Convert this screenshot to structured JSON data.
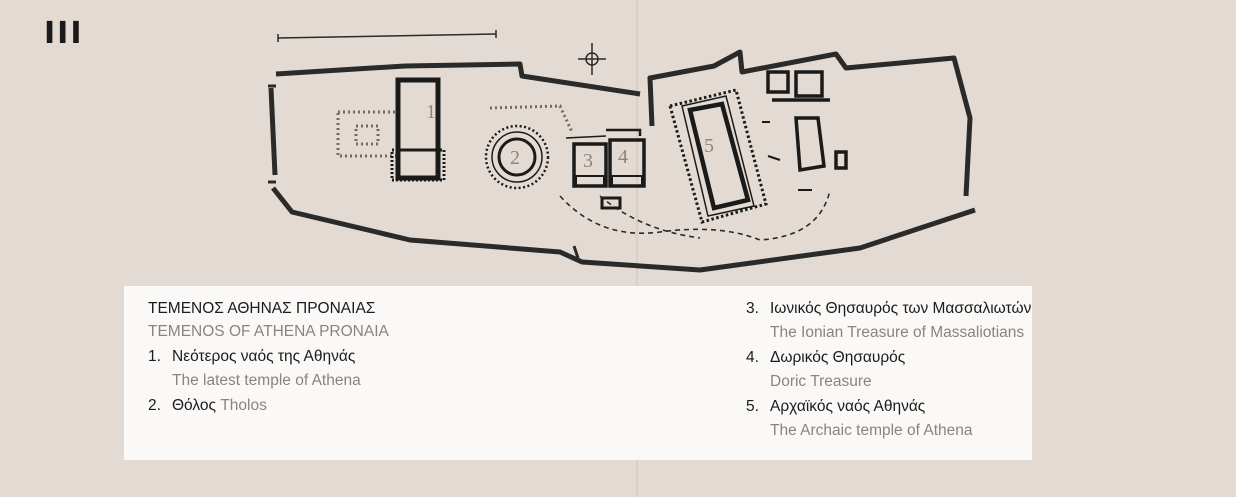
{
  "section": "III",
  "map": {
    "temple_labels": [
      "1",
      "2",
      "3",
      "4",
      "5"
    ]
  },
  "legend": {
    "title_gr": "ΤΕΜΕΝΟΣ ΑΘΗΝΑΣ ΠΡΟΝΑΙΑΣ",
    "title_en": "TEMENOS OF ATHENA PRONAIA",
    "items": [
      {
        "num": "1.",
        "gr": "Νεότερος ναός της Αθηνάς",
        "en": "The latest temple of Athena"
      },
      {
        "num": "2.",
        "gr": "Θόλος",
        "en": "Tholos"
      },
      {
        "num": "3.",
        "gr": "Ιωνικός Θησαυρός των Μασσαλιωτών",
        "en": "The Ionian Treasure of Massaliotians"
      },
      {
        "num": "4.",
        "gr": "Δωρικός Θησαυρός",
        "en": "Doric Treasure"
      },
      {
        "num": "5.",
        "gr": "Αρχαϊκός ναός Αθηνάς",
        "en": "The Archaic temple of Athena"
      }
    ]
  }
}
